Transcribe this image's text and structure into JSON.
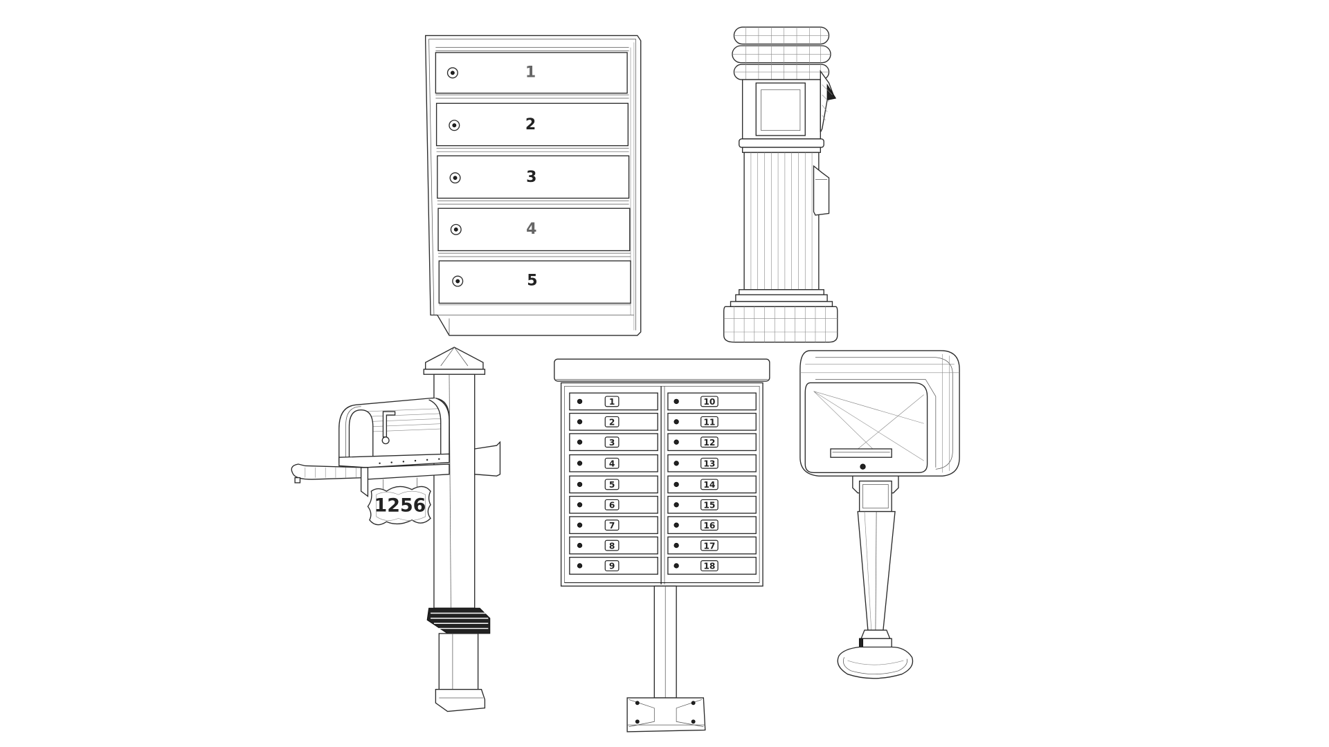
{
  "scene": {
    "background": "#ffffff",
    "line_color": "#2a2a2a",
    "style": "3D wireframe render of mailbox models"
  },
  "models": {
    "wall_locker": {
      "name": "wall-mounted 5-door locker",
      "doors": [
        "1",
        "2",
        "3",
        "4",
        "5"
      ]
    },
    "pillar_box": {
      "name": "column pillar post box"
    },
    "post_mailbox": {
      "name": "rural mailbox on post",
      "house_number": "1256"
    },
    "cluster_box": {
      "name": "pedestal cluster box unit",
      "left_column": [
        "1",
        "2",
        "3",
        "4",
        "5",
        "6",
        "7",
        "8",
        "9"
      ],
      "right_column": [
        "10",
        "11",
        "12",
        "13",
        "14",
        "15",
        "16",
        "17",
        "18"
      ]
    },
    "pedestal_box": {
      "name": "single pedestal drop box"
    }
  }
}
